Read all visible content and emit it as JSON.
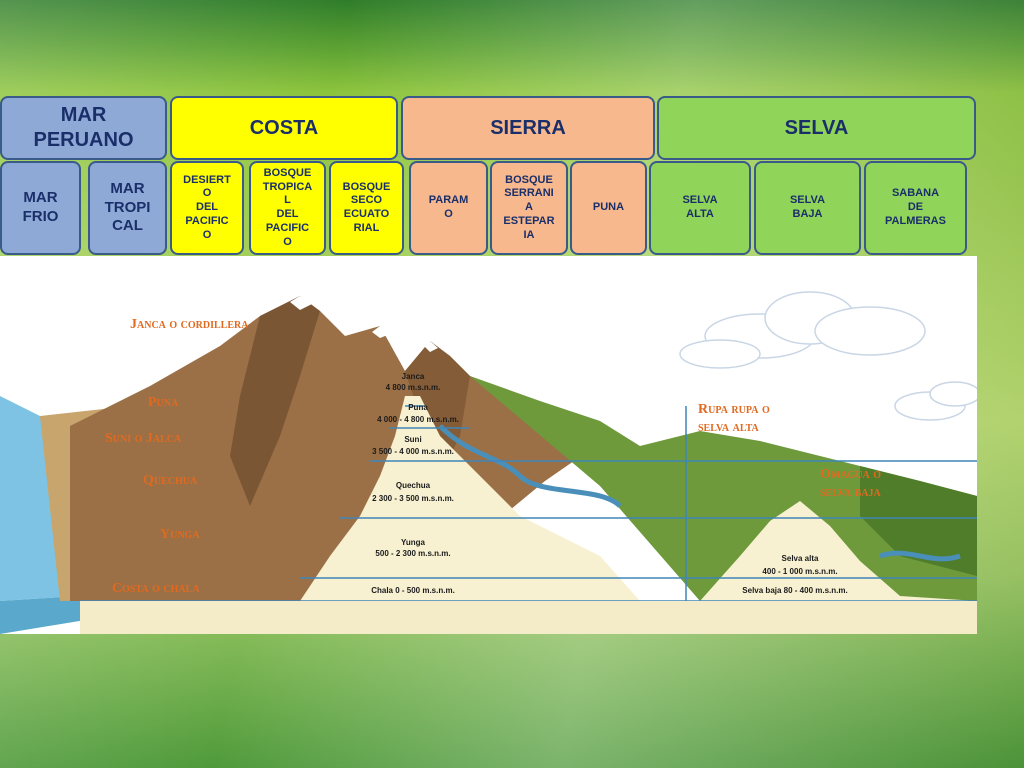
{
  "headers": {
    "mar_peruano": "MAR\nPERUANO",
    "costa": "COSTA",
    "sierra": "SIERRA",
    "selva": "SELVA"
  },
  "subregions": {
    "mar_frio": "MAR\nFRIO",
    "mar_tropical": "MAR\nTROPI\nCAL",
    "desierto": "DESIERT\nO\nDEL\nPACIFIC\nO",
    "bosque_tropical": "BOSQUE\nTROPICA\nL\nDEL\nPACIFIC\nO",
    "bosque_seco": "BOSQUE\nSECO\nECUATO\nRIAL",
    "paramo": "PARAM\nO",
    "bosque_serrania": "BOSQUE\nSERRANI\nA\nESTEPAR\nIA",
    "puna": "PUNA",
    "selva_alta": "SELVA\nALTA",
    "selva_baja": "SELVA\nBAJA",
    "sabana": "SABANA\nDE\nPALMERAS"
  },
  "diagram": {
    "left_labels": {
      "janca": "Janca o cordillera",
      "puna": "Puna",
      "suni": "Suni o Jalca",
      "quechua": "Quechua",
      "yunga": "Yunga",
      "costa": "Costa o chala"
    },
    "right_labels": {
      "rupa_line1": "Rupa rupa o",
      "rupa_line2": "selva alta",
      "omagua_line1": "Omagua o",
      "omagua_line2": "selva baja"
    },
    "center_labels": {
      "janca_name": "Janca",
      "janca_alt": "4 800 m.s.n.m.",
      "puna_name": "Puna",
      "puna_alt": "4 000 - 4 800 m.s.n.m.",
      "suni_name": "Suni",
      "suni_alt": "3 500 - 4 000 m.s.n.m.",
      "quechua_name": "Quechua",
      "quechua_alt": "2 300 - 3 500 m.s.n.m.",
      "yunga_name": "Yunga",
      "yunga_alt": "500 - 2 300 m.s.n.m.",
      "chala": "Chala 0 - 500 m.s.n.m."
    },
    "selva_labels": {
      "alta_name": "Selva alta",
      "alta_alt": "400 - 1 000 m.s.n.m.",
      "baja": "Selva baja 80 - 400 m.s.n.m."
    },
    "colors": {
      "mountain": "#9b7046",
      "mountain_dark": "#6e4b2c",
      "snow": "#ffffff",
      "sea": "#7ec3e3",
      "jungle": "#6e9a3c",
      "cut_face": "#f7f1d2",
      "line": "#3f86b8"
    }
  }
}
